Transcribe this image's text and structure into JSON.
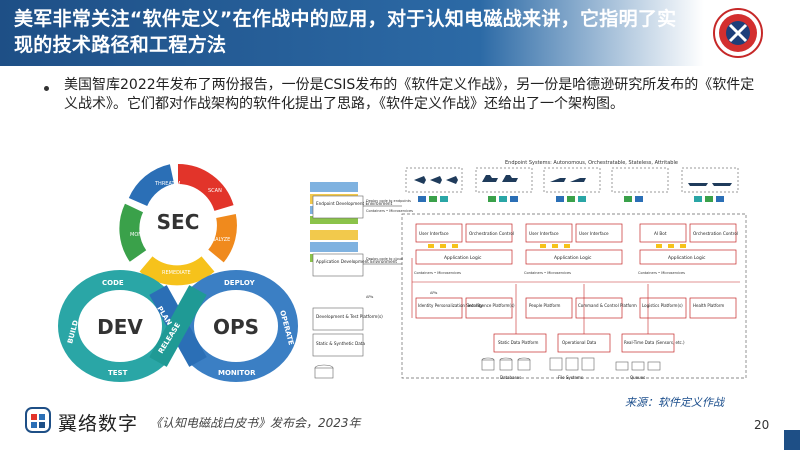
{
  "slide": {
    "title": "美军非常关注“软件定义”在作战中的应用，对于认知电磁战来讲，它指明了实现的技术路径和工程方法",
    "bullet": "美国智库2022年发布了两份报告，一份是CSIS发布的《软件定义作战》，另一份是哈德逊研究所发布的《软件定义战术》。它们都对作战架构的软件化提出了思路，《软件定义作战》还给出了一个架构图。",
    "source": "来源：软件定义作战",
    "brand": "翼络数字",
    "event": "《认知电磁战白皮书》发布会，2023年",
    "page_number": "20"
  },
  "devsecops": {
    "sec": "SEC",
    "dev": "DEV",
    "ops": "OPS",
    "labels": [
      "THREAT M.",
      "SCAN",
      "ANALYZE",
      "REMEDIATE",
      "MONITOR",
      "CODE",
      "PLAN",
      "RELEASE",
      "DEPLOY",
      "OPERATE",
      "MONITOR",
      "TEST",
      "BUILD"
    ]
  },
  "architecture": {
    "top_label": "Endpoint Systems: Autonomous, Orchestratable, Stateless, Attritable",
    "left_boxes": [
      "Endpoint Development Environment",
      "Application Development Environment",
      "Development & Test Platform(s)",
      "Static & Synthetic Data"
    ],
    "deploy_notes": [
      "Deploy code to endpoints",
      "Containers • Microservices",
      "Deploy code to cloud",
      "APIs"
    ],
    "ui_boxes": [
      "User Interface",
      "Orchestration Control",
      "User Interface",
      "User Interface",
      "AI Bot",
      "Orchestration Control"
    ],
    "logic_boxes": [
      "Application Logic",
      "Application Logic",
      "Application Logic"
    ],
    "container_labels": [
      "Containers • Microservices",
      "Containers • Microservices",
      "Containers • Microservices"
    ],
    "api_label": "APIs",
    "platform_boxes": [
      "Identity Personalization Security",
      "Intelligence Platform(s)",
      "People Platform",
      "Command & Control Platform",
      "Logistics Platform(s)",
      "Health Platform"
    ],
    "data_boxes": [
      "Static Data Platform",
      "Operational Data",
      "Real-Time Data (Sensors, etc.)"
    ],
    "storage_labels": [
      "Databases",
      "File Systems",
      "Queues"
    ]
  },
  "colors": {
    "header_blue": "#1e4f86",
    "sec_green": "#3aa14a",
    "sec_orange": "#f08a1d",
    "sec_red": "#e2342a",
    "sec_blue": "#2b6fb6",
    "dev_teal": "#2aa6a6",
    "ops_blue": "#3b7fc4",
    "arch_red": "#d33"
  }
}
